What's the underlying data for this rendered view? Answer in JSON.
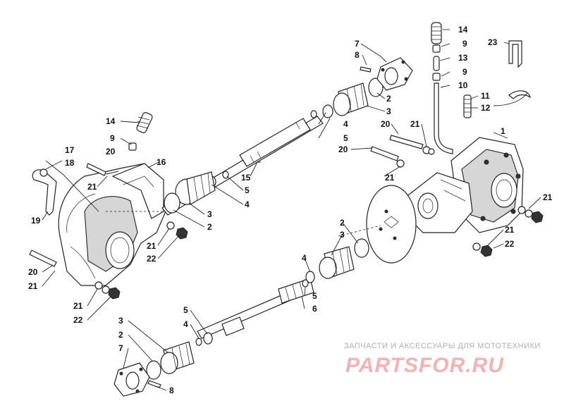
{
  "diagram": {
    "labels": [
      {
        "id": "l14a",
        "text": "14"
      },
      {
        "id": "l9a",
        "text": "9"
      },
      {
        "id": "l13",
        "text": "13"
      },
      {
        "id": "l9b",
        "text": "9"
      },
      {
        "id": "l10",
        "text": "10"
      },
      {
        "id": "l11",
        "text": "11"
      },
      {
        "id": "l12",
        "text": "12"
      },
      {
        "id": "l23",
        "text": "23"
      },
      {
        "id": "l7a",
        "text": "7"
      },
      {
        "id": "l8a",
        "text": "8"
      },
      {
        "id": "l2a",
        "text": "2"
      },
      {
        "id": "l3a",
        "text": "3"
      },
      {
        "id": "l4a",
        "text": "4"
      },
      {
        "id": "l5a",
        "text": "5"
      },
      {
        "id": "l20a",
        "text": "20"
      },
      {
        "id": "l21a",
        "text": "21"
      },
      {
        "id": "l20b",
        "text": "20"
      },
      {
        "id": "l1",
        "text": "1"
      },
      {
        "id": "l21b",
        "text": "21"
      },
      {
        "id": "l15",
        "text": "15"
      },
      {
        "id": "l5b",
        "text": "5"
      },
      {
        "id": "l4b",
        "text": "4"
      },
      {
        "id": "l14b",
        "text": "14"
      },
      {
        "id": "l9c",
        "text": "9"
      },
      {
        "id": "l17",
        "text": "17"
      },
      {
        "id": "l18",
        "text": "18"
      },
      {
        "id": "l20c",
        "text": "20"
      },
      {
        "id": "l16",
        "text": "16"
      },
      {
        "id": "l21c",
        "text": "21"
      },
      {
        "id": "l19",
        "text": "19"
      },
      {
        "id": "l3b",
        "text": "3"
      },
      {
        "id": "l2b",
        "text": "2"
      },
      {
        "id": "l21d",
        "text": "21"
      },
      {
        "id": "l22a",
        "text": "22"
      },
      {
        "id": "l20d",
        "text": "20"
      },
      {
        "id": "l21e",
        "text": "21"
      },
      {
        "id": "l21f",
        "text": "21"
      },
      {
        "id": "l22b",
        "text": "22"
      },
      {
        "id": "l2c",
        "text": "2"
      },
      {
        "id": "l3c",
        "text": "3"
      },
      {
        "id": "l4c",
        "text": "4"
      },
      {
        "id": "l5c",
        "text": "5"
      },
      {
        "id": "l6",
        "text": "6"
      },
      {
        "id": "l21g",
        "text": "21"
      },
      {
        "id": "l21h",
        "text": "21"
      },
      {
        "id": "l22c",
        "text": "22"
      },
      {
        "id": "l5d",
        "text": "5"
      },
      {
        "id": "l4d",
        "text": "4"
      },
      {
        "id": "l3d",
        "text": "3"
      },
      {
        "id": "l2d",
        "text": "2"
      },
      {
        "id": "l7b",
        "text": "7"
      },
      {
        "id": "l8b",
        "text": "8"
      }
    ]
  },
  "watermark": {
    "caption": "ЗАПЧАСТИ И АКСЕССУАРЫ ДЛЯ МОТОТЕХНИКИ",
    "logo": "PARTSFOR.RU"
  },
  "colors": {
    "line": "#222222",
    "watermark_logo": "#f4b2b2",
    "watermark_caption": "#b0b0b0"
  }
}
